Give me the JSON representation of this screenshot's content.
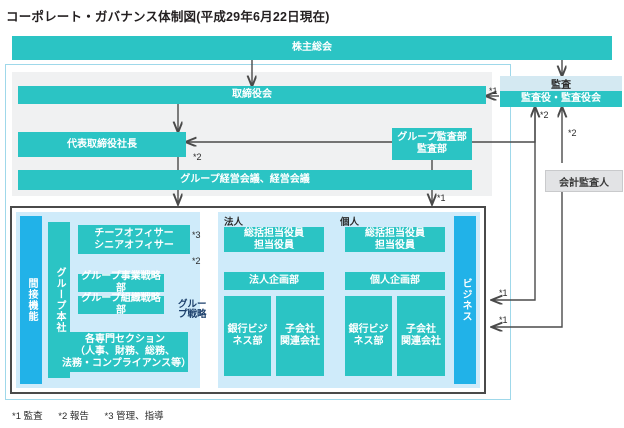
{
  "title": "コーポレート・ガバナンス体制図(平成29年6月22日現在)",
  "nodes": {
    "shareholders_meeting": "株主総会",
    "board_of_directors": "取締役会",
    "president": "代表取締役社長",
    "management_meeting": "グループ経営会議、経営会議",
    "group_audit_dept": "グループ監査部\n監査部",
    "group_audit_dept_line1": "グループ監査部",
    "group_audit_dept_line2": "監査部",
    "audit_header": "監査",
    "auditors": "監査役・監査役会",
    "accounting_auditor": "会計監査人",
    "indirect_function": "間接機能",
    "group_hq": "グループ本社",
    "business": "ビジネス",
    "chief_officer_line1": "チーフオフィサー",
    "chief_officer_line2": "シニアオフィサー",
    "group_business_strategy": "グループ事業戦略部",
    "group_org_strategy": "グループ組織戦略部",
    "sections_line1": "各専門セクション",
    "sections_line2": "（人事、財務、総務、",
    "sections_line3": "法務・コンプライアンス等）",
    "corporate_label": "法人",
    "individual_label": "個人",
    "officer_line1": "総括担当役員",
    "officer_line2": "担当役員",
    "corporate_planning": "法人企画部",
    "individual_planning": "個人企画部",
    "bank_business_line1": "銀行ビジ",
    "bank_business_line2": "ネス部",
    "subsidiary_line1": "子会社",
    "subsidiary_line2": "関連会社",
    "group_strategy_line1": "グルー",
    "group_strategy_line2": "プ戦略"
  },
  "markers": {
    "m1": "*1",
    "m2": "*2",
    "m3": "*3"
  },
  "legend": [
    "*1 監査",
    "*2 報告",
    "*3 管理、指導"
  ],
  "colors": {
    "teal": "#2BC4C4",
    "blue": "#21B2E8",
    "panel_blue": "#CFEBFA",
    "gray_panel": "#F0F1F2",
    "audit_header": "#D4E9F2",
    "gray_box": "#E2E3E5",
    "line": "#4a4a4a",
    "blue_line": "#3aa6e0"
  }
}
